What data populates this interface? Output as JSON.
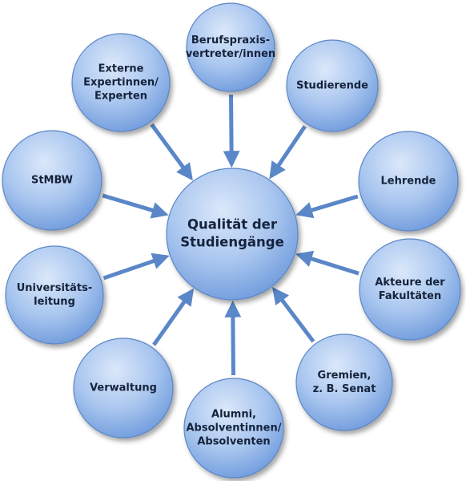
{
  "center": {
    "lines": [
      "Qualität der",
      "Studiengänge"
    ]
  },
  "nodes": [
    {
      "id": "berufspraxis",
      "lines": [
        "Berufspraxis-",
        "vertreter/innen"
      ]
    },
    {
      "id": "studierende",
      "lines": [
        "Studierende"
      ]
    },
    {
      "id": "lehrende",
      "lines": [
        "Lehrende"
      ]
    },
    {
      "id": "akteure",
      "lines": [
        "Akteure der",
        "Fakultäten"
      ]
    },
    {
      "id": "gremien",
      "lines": [
        "Gremien,",
        "z. B. Senat"
      ]
    },
    {
      "id": "alumni",
      "lines": [
        "Alumni,",
        "Absolventinnen/",
        "Absolventen"
      ]
    },
    {
      "id": "verwaltung",
      "lines": [
        "Verwaltung"
      ]
    },
    {
      "id": "universitaetsleitung",
      "lines": [
        "Universitäts-",
        "leitung"
      ]
    },
    {
      "id": "stmbw",
      "lines": [
        "StMBW"
      ]
    },
    {
      "id": "externe",
      "lines": [
        "Externe",
        "Expertinnen/",
        "Experten"
      ]
    }
  ],
  "colors": {
    "circle_light": "#d2e2f8",
    "circle_dark": "#6f9bdc",
    "circle_stroke": "#5b86c6",
    "arrow": "#5a87c8",
    "text": "#15233c"
  }
}
